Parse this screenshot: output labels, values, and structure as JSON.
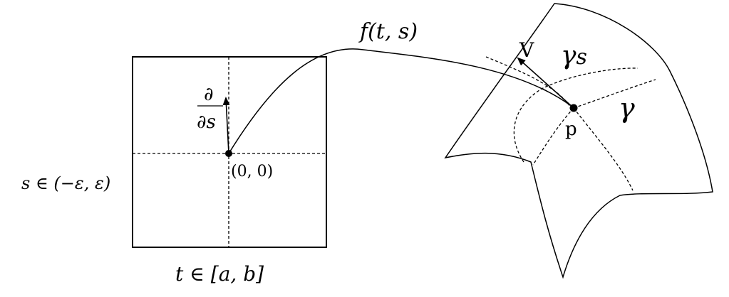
{
  "labels": {
    "map_name": "f(t, s)",
    "partial_top": "∂",
    "partial_bottom": "∂s",
    "origin": "(0, 0)",
    "s_range": "s ∈ (−ε, ε)",
    "t_range": "t ∈ [a, b]",
    "vector": "V",
    "curve_s": "γs",
    "curve": "γ",
    "point": "p"
  },
  "colors": {
    "ink": "#000000",
    "background": "#ffffff"
  }
}
